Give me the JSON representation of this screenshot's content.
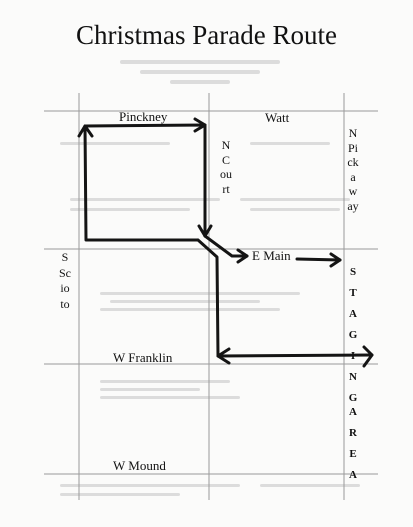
{
  "title": "Christmas Parade Route",
  "streets": {
    "pinckney": "Pinckney",
    "watt": "Watt",
    "n_court": "N Court",
    "n_pickaway": "N Pickaway",
    "s_scioto": "S Scioto",
    "e_main": "E Main",
    "w_franklin": "W Franklin",
    "w_mound": "W Mound"
  },
  "staging": "STAGING",
  "area": "AREA"
}
